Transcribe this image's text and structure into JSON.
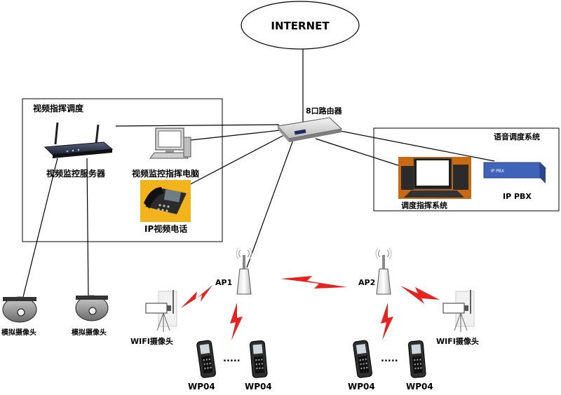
{
  "internet": {
    "label": "INTERNET"
  },
  "router": {
    "label": "8口路由器"
  },
  "video_group": {
    "title": "视频指挥调度",
    "server_label": "视频监控服务器",
    "pc_label": "视频监控指挥电脑",
    "phone_label": "IP视频电话"
  },
  "voice_group": {
    "title": "语音调度系统",
    "console_label": "调度指挥系统",
    "pbx_label": "IP PBX",
    "pbx_device_text": "IP PBX"
  },
  "cameras": {
    "analog_left_label": "模拟摄像头",
    "analog_right_label": "模拟摄像头",
    "wifi_left_label": "WIFI摄像头",
    "wifi_right_label": "WIFI摄像头"
  },
  "access_points": {
    "ap1_label": "AP1",
    "ap2_label": "AP2"
  },
  "handsets": {
    "h1_label": "WP04",
    "h2_label": "WP04",
    "h3_label": "WP04",
    "h4_label": "WP04",
    "ellipsis_left": ".....",
    "ellipsis_right": "....."
  },
  "colors": {
    "wireless_bolt": "#e8231f",
    "line": "#000000",
    "pbx_panel": "#3f63b8"
  }
}
